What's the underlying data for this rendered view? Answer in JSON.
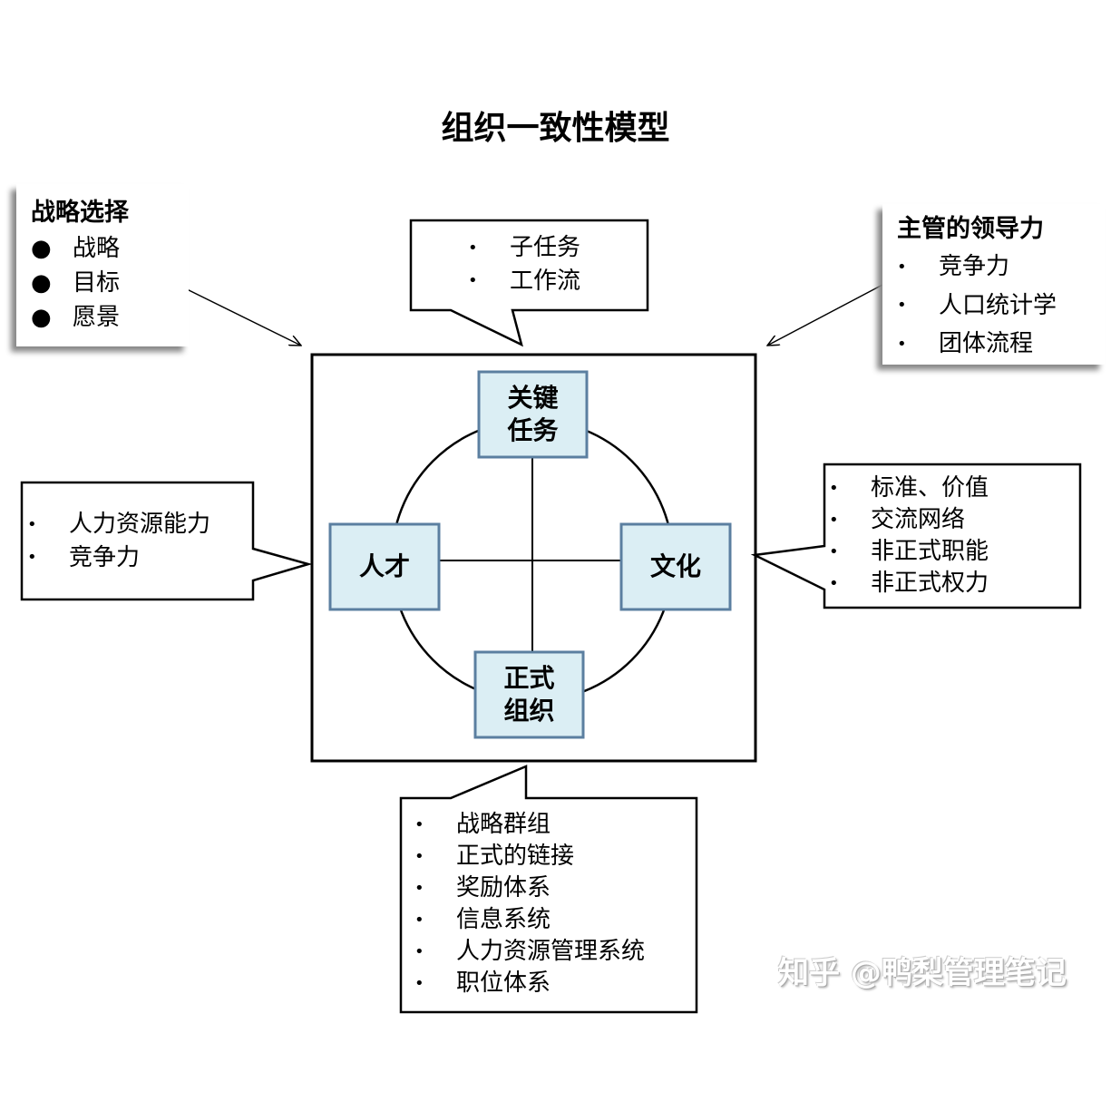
{
  "title": "组织一致性模型",
  "strategy": {
    "heading": "战略选择",
    "items": [
      "战略",
      "目标",
      "愿景"
    ]
  },
  "leadership": {
    "heading": "主管的领导力",
    "items": [
      "竞争力",
      "人口统计学",
      "团体流程"
    ]
  },
  "task_callout": {
    "items": [
      "子任务",
      "工作流"
    ]
  },
  "people_callout": {
    "items": [
      "人力资源能力",
      "竞争力"
    ]
  },
  "culture_callout": {
    "items": [
      "标准、价值",
      "交流网络",
      "非正式职能",
      "非正式权力"
    ]
  },
  "organization_callout": {
    "items": [
      "战略群组",
      "正式的链接",
      "奖励体系",
      "信息系统",
      "人力资源管理系统",
      "职位体系"
    ]
  },
  "nodes": {
    "task": "关键\n任务",
    "people": "人才",
    "culture": "文化",
    "organization": "正式\n组织"
  },
  "watermark": "知乎 @鸭梨管理笔记",
  "colors": {
    "node_fill": "#dbeef4",
    "node_border": "#5b7fa0"
  }
}
